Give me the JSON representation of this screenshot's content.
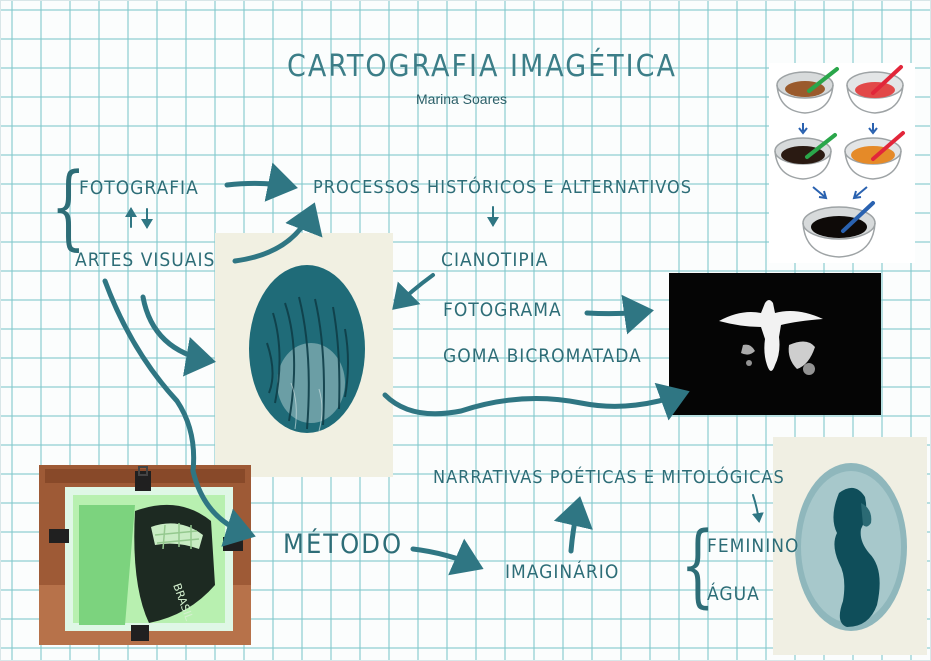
{
  "title": "CARTOGRAFIA IMAGÉTICA",
  "author": "Marina Soares",
  "nodes": {
    "fotografia": "FOTOGRAFIA",
    "artes_visuais": "ARTES VISUAIS",
    "processos": "PROCESSOS HISTÓRICOS E ALTERNATIVOS",
    "cianotipia": "CIANOTIPIA",
    "fotograma": "FOTOGRAMA",
    "goma": "GOMA BICROMATADA",
    "metodo": "MÉTODO",
    "imaginario": "IMAGINÁRIO",
    "narrativas": "NARRATIVAS POÉTICAS E MITOLÓGICAS",
    "feminino": "FEMININO",
    "agua": "ÁGUA"
  },
  "photo_text": {
    "cap_word": "BRASIL"
  },
  "colors": {
    "ink": "#2d6d77",
    "arrow": "#2f7683",
    "grid": "#82c8cd",
    "cyan_print": "#1f6b78",
    "paper": "#f1f0e2"
  }
}
